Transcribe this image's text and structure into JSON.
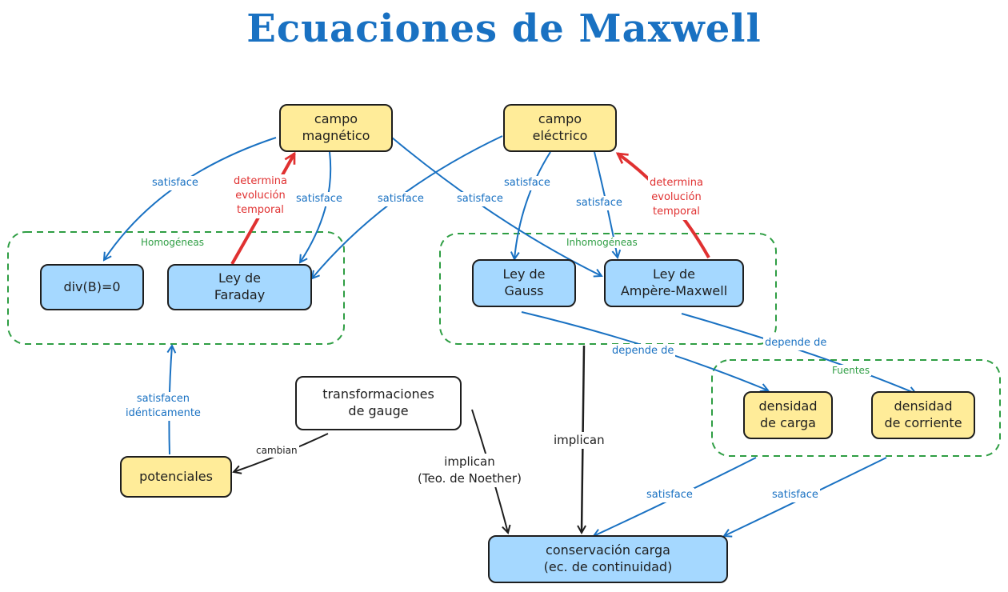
{
  "title": "Ecuaciones de Maxwell",
  "colors": {
    "title": "#1971c2",
    "blue_arrow": "#1971c2",
    "red_arrow": "#e03131",
    "black_arrow": "#1e1e1e",
    "group_border": "#2f9e44",
    "node_yellow": "#ffec99",
    "node_blue": "#a5d8ff"
  },
  "groups": {
    "homogeneas": "Homogéneas",
    "inhomogeneas": "Inhomogéneas",
    "fuentes": "Fuentes"
  },
  "nodes": {
    "campo_magnetico": "campo\nmagnético",
    "campo_electrico": "campo\neléctrico",
    "div_b": "div(B)=0",
    "faraday": "Ley de\nFaraday",
    "gauss": "Ley de\nGauss",
    "ampere": "Ley de\nAmpère-Maxwell",
    "gauge": "transformaciones\nde gauge",
    "potenciales": "potenciales",
    "densidad_carga": "densidad\nde carga",
    "densidad_corriente": "densidad\nde corriente",
    "conservacion": "conservación carga\n(ec. de continuidad)"
  },
  "edge_labels": {
    "satisface_mag_div": "satisface",
    "determina_faraday": "determina\nevolución\ntemporal",
    "satisface_mag_faraday": "satisface",
    "satisface_ele_faraday": "satisface",
    "satisface_mag_ampere": "satisface",
    "satisface_ele_gauss": "satisface",
    "satisface_ele_ampere": "satisface",
    "determina_ampere": "determina\nevolución\ntemporal",
    "satisfacen": "satisfacen\nidénticamente",
    "cambian": "cambian",
    "implican_noether": "implican\n(Teo. de Noether)",
    "implican": "implican",
    "depende_gauss": "depende de",
    "depende_ampere": "depende de",
    "satisface_carga": "satisface",
    "satisface_corriente": "satisface"
  }
}
